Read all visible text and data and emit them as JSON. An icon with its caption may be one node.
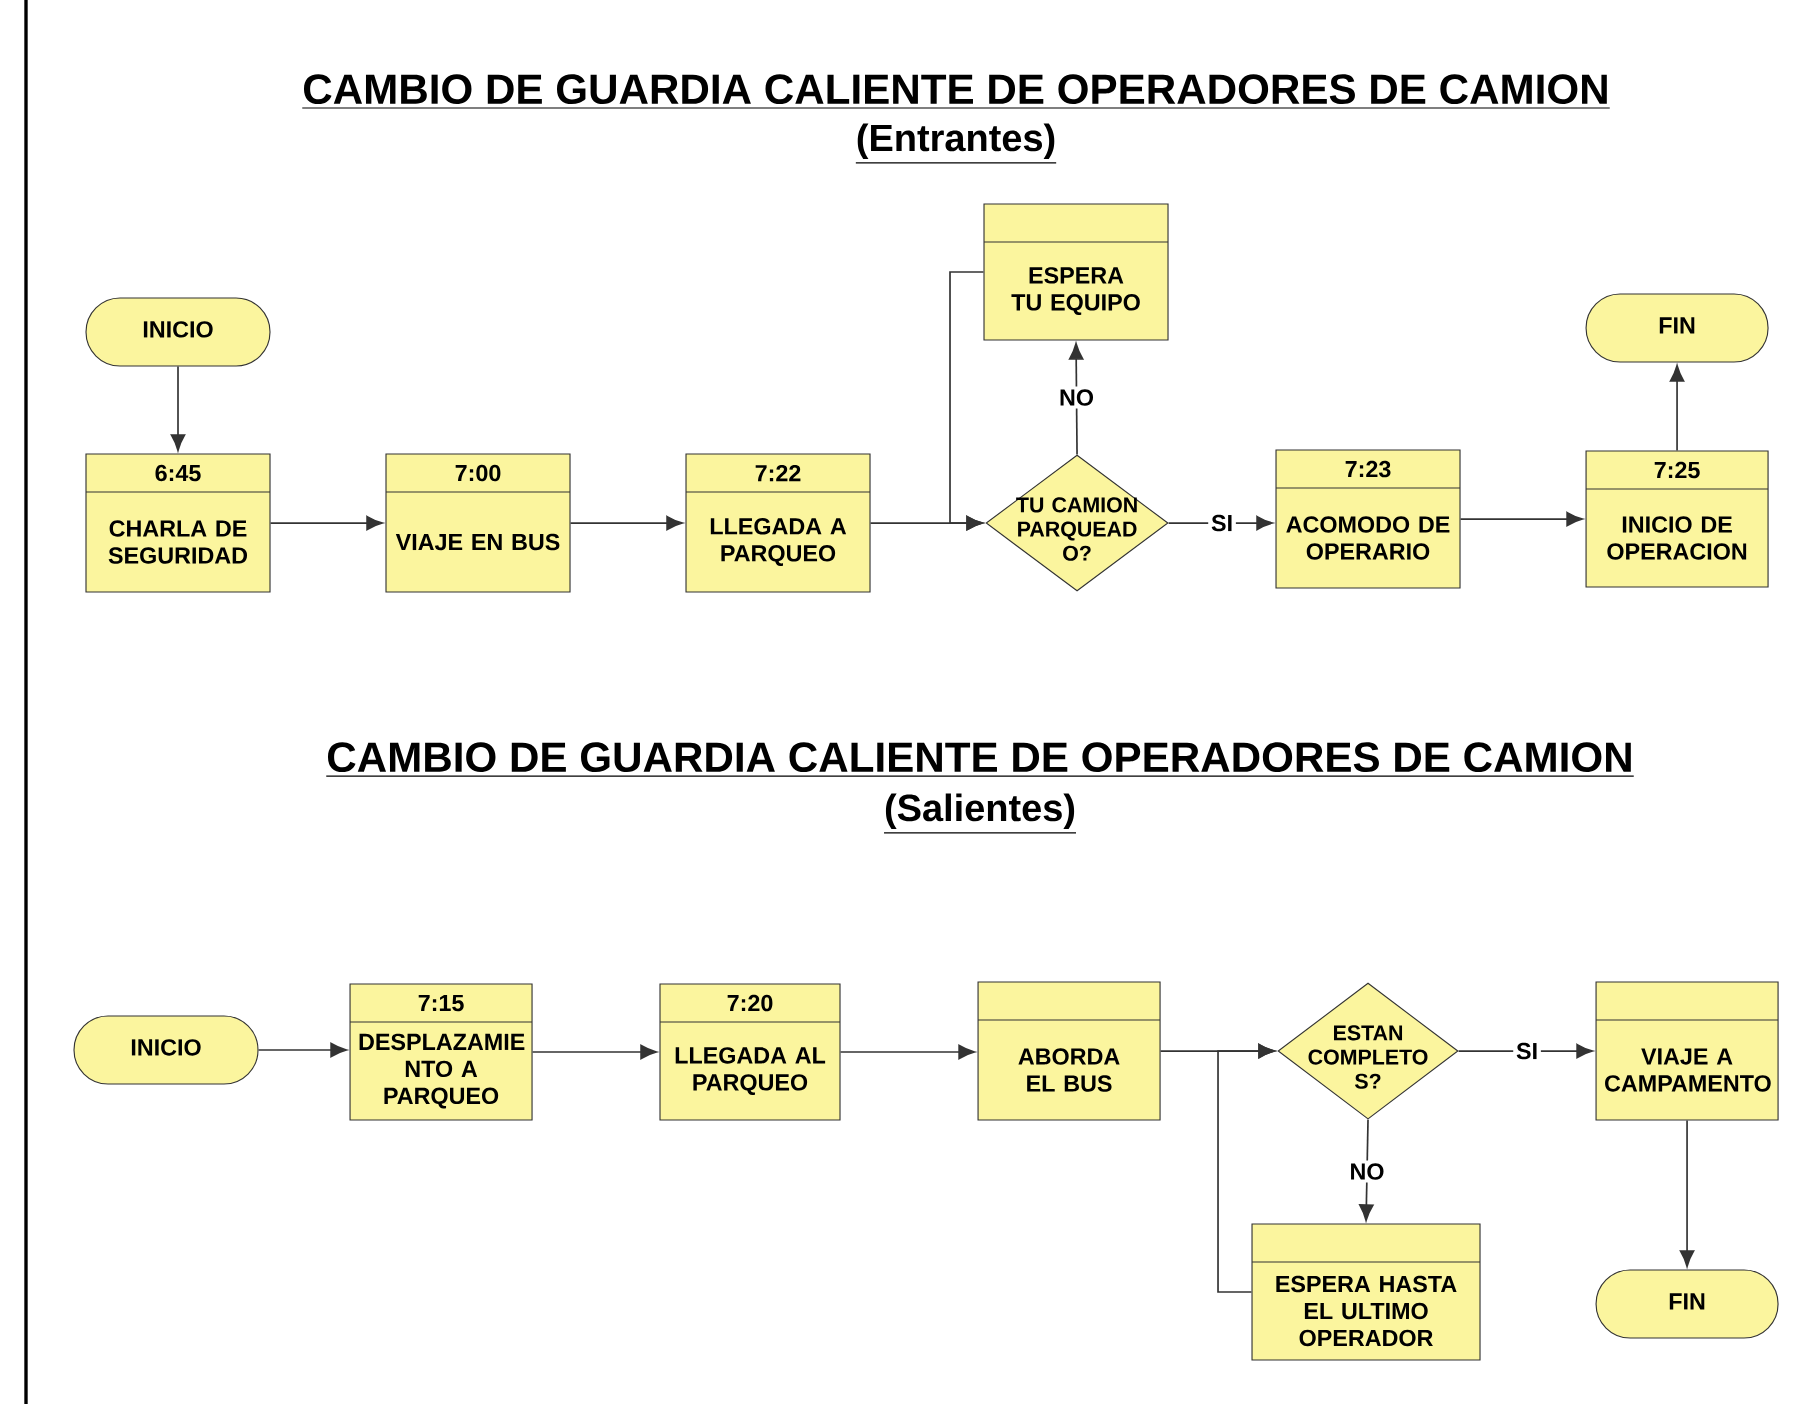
{
  "diagram": {
    "title": "CAMBIO DE GUARDIA CALIENTE DE OPERADORES DE CAMION",
    "nodes": [
      {
        "text": [
          "INICIO"
        ]
      },
      {
        "text": [
          "6:45",
          "CHARLA DE SEGURIDAD"
        ]
      },
      {
        "text": [
          "7:00",
          "VIAJE EN BUS"
        ]
      },
      {
        "text": [
          "7:22",
          "LLEGADA A PARQUEO"
        ]
      },
      {
        "text": [
          "TU CAMION PARQUEAD O?"
        ]
      },
      {
        "text": [
          "ESPERA TU EQUIPO"
        ]
      },
      {
        "text": [
          "7:23",
          "ACOMODO DE OPERARIO"
        ]
      },
      {
        "text": [
          "7:25",
          "INICIO DE OPERACION"
        ]
      },
      {
        "text": [
          "FIN"
        ]
      },
      {
        "text": [
          "INICIO"
        ]
      },
      {
        "text": [
          "7:15",
          "DESPLAZAMIE NTO A PARQUEO"
        ]
      },
      {
        "text": [
          "7:20",
          "LLEGADA AL PARQUEO"
        ]
      },
      {
        "text": [
          "ABORDA EL BUS"
        ]
      },
      {
        "text": [
          "ESTAN COMPLETO S?"
        ]
      },
      {
        "text": [
          "VIAJE A CAMPAMENTO"
        ]
      },
      {
        "text": [
          "ESPERA HASTA EL ULTIMO OPERADOR"
        ]
      },
      {
        "text": [
          "FIN"
        ]
      }
    ],
    "edges": [
      {
        "from": 0,
        "to": 1,
        "arrow": "to"
      },
      {
        "from": 1,
        "to": 2,
        "arrow": "to"
      },
      {
        "from": 2,
        "to": 3,
        "arrow": "to"
      },
      {
        "from": 3,
        "to": 4,
        "arrow": "to"
      },
      {
        "from": 4,
        "to": 5,
        "arrow": "to",
        "label": "NO"
      },
      {
        "from": 4,
        "to": 6,
        "arrow": "to",
        "label": "SI"
      },
      {
        "from": 6,
        "to": 7,
        "arrow": "to"
      },
      {
        "from": 7,
        "to": 8,
        "arrow": "to"
      },
      {
        "from": 5,
        "to": 4,
        "arrow": "to"
      },
      {
        "from": 9,
        "to": 10,
        "arrow": "to"
      },
      {
        "from": 10,
        "to": 11,
        "arrow": "to"
      },
      {
        "from": 11,
        "to": 12,
        "arrow": "to"
      },
      {
        "from": 12,
        "to": 13,
        "arrow": "to"
      },
      {
        "from": 13,
        "to": 14,
        "arrow": "to",
        "label": "SI"
      },
      {
        "from": 13,
        "to": 15,
        "arrow": "to",
        "label": "NO"
      },
      {
        "from": 14,
        "to": 16,
        "arrow": "to"
      },
      {
        "from": 15,
        "to": 13,
        "arrow": "to"
      }
    ],
    "labels": [
      "(Entrantes)",
      "CAMBIO DE GUARDIA CALIENTE DE OPERADORES DE CAMION",
      "(Salientes)"
    ]
  }
}
